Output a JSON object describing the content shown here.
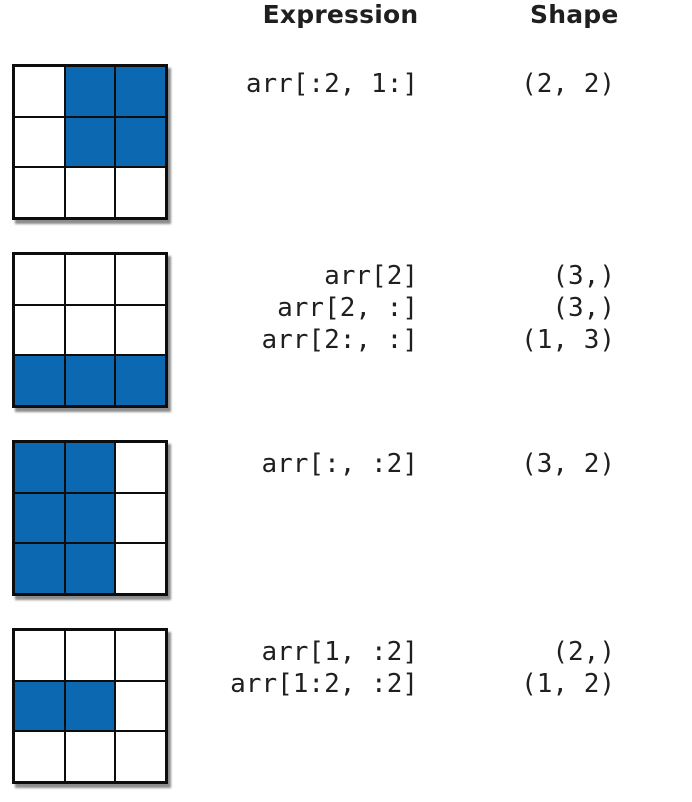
{
  "headers": {
    "expression": "Expression",
    "shape": "Shape"
  },
  "colors": {
    "selected": "#0b68b1",
    "unselected": "#ffffff",
    "border": "#0d0d0d"
  },
  "examples": [
    {
      "grid": [
        [
          0,
          1,
          1
        ],
        [
          0,
          1,
          1
        ],
        [
          0,
          0,
          0
        ]
      ],
      "rows": [
        {
          "expression": "arr[:2, 1:]",
          "shape": "(2, 2)"
        }
      ]
    },
    {
      "grid": [
        [
          0,
          0,
          0
        ],
        [
          0,
          0,
          0
        ],
        [
          1,
          1,
          1
        ]
      ],
      "rows": [
        {
          "expression": "arr[2]",
          "shape": "(3,)"
        },
        {
          "expression": "arr[2, :]",
          "shape": "(3,)"
        },
        {
          "expression": "arr[2:, :]",
          "shape": "(1, 3)"
        }
      ]
    },
    {
      "grid": [
        [
          1,
          1,
          0
        ],
        [
          1,
          1,
          0
        ],
        [
          1,
          1,
          0
        ]
      ],
      "rows": [
        {
          "expression": "arr[:, :2]",
          "shape": "(3, 2)"
        }
      ]
    },
    {
      "grid": [
        [
          0,
          0,
          0
        ],
        [
          1,
          1,
          0
        ],
        [
          0,
          0,
          0
        ]
      ],
      "rows": [
        {
          "expression": "arr[1, :2]",
          "shape": "(2,)"
        },
        {
          "expression": "arr[1:2, :2]",
          "shape": "(1, 2)"
        }
      ]
    }
  ]
}
